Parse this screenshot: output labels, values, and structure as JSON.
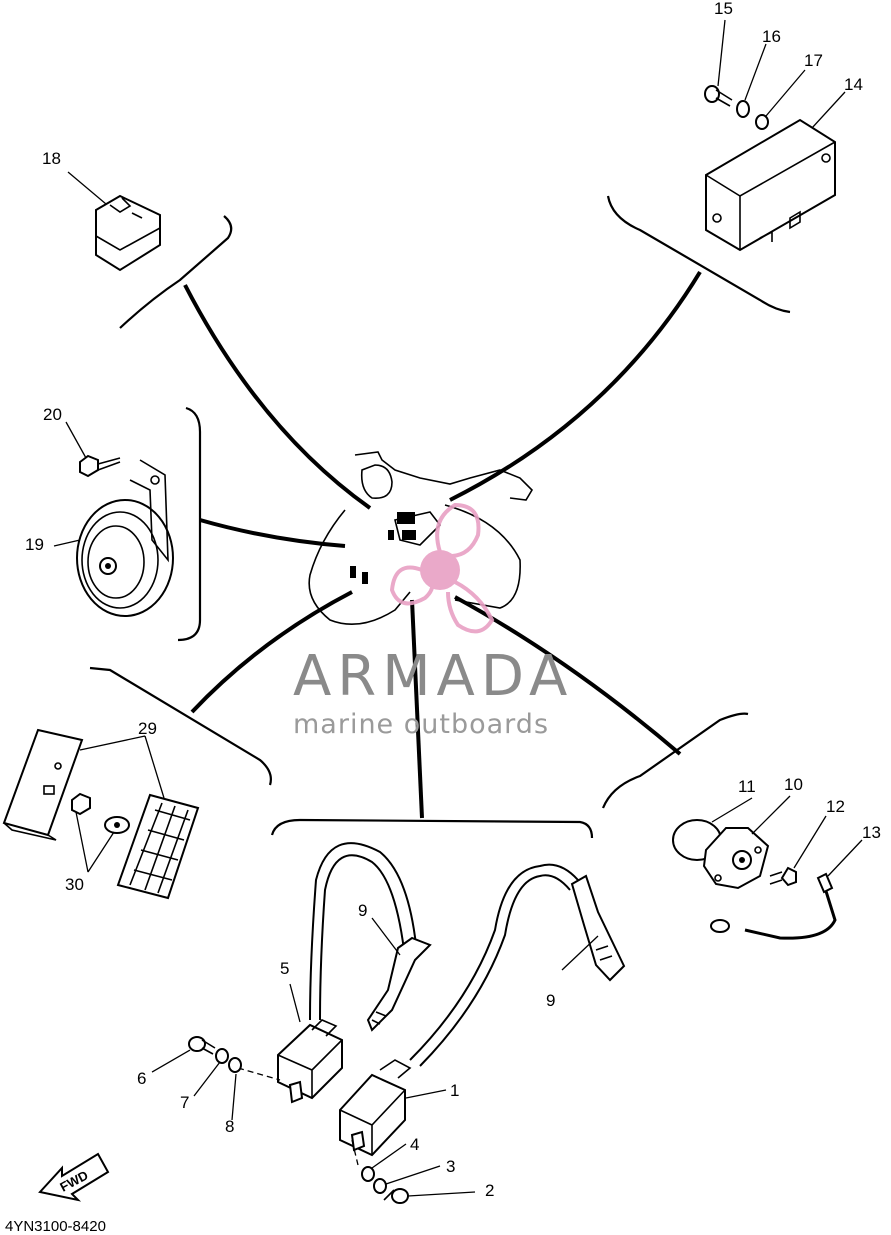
{
  "callouts": {
    "c1": "1",
    "c2": "2",
    "c3": "3",
    "c4": "4",
    "c5": "5",
    "c6": "6",
    "c7": "7",
    "c8": "8",
    "c9a": "9",
    "c9b": "9",
    "c10": "10",
    "c11": "11",
    "c12": "12",
    "c13": "13",
    "c14": "14",
    "c15": "15",
    "c16": "16",
    "c17": "17",
    "c18": "18",
    "c19": "19",
    "c20": "20",
    "c29": "29",
    "c30": "30"
  },
  "diagram_code": "4YN3100-8420",
  "fwd_label": "FWD",
  "watermark": {
    "brand": "ARMADA",
    "tagline": "marine outboards",
    "accent_color": "#e8a0c4",
    "text_color": "#8a8a8a"
  }
}
